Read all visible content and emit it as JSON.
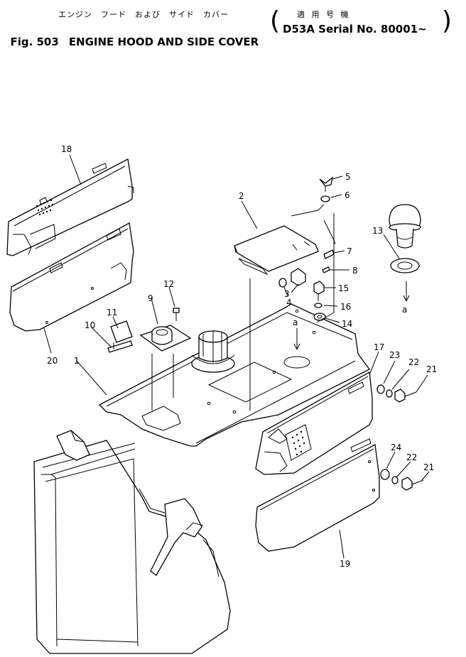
{
  "header": {
    "title_jp": "エンジン　フード　および　サイド　カバー",
    "serial_jp": "適 用 号 機",
    "fig_label": "Fig. 503",
    "title_en": "ENGINE HOOD AND SIDE COVER",
    "serial_en": "D53A Serial No. 80001~"
  },
  "callouts": {
    "c1": "1",
    "c2": "2",
    "c3": "3",
    "c4": "4",
    "c5": "5",
    "c6": "6",
    "c7": "7",
    "c8": "8",
    "c9": "9",
    "c10": "10",
    "c11": "11",
    "c12": "12",
    "c13": "13",
    "c14": "14",
    "c15": "15",
    "c16": "16",
    "c17": "17",
    "c18": "18",
    "c19": "19",
    "c20": "20",
    "c21a": "21",
    "c21b": "21",
    "c22a": "22",
    "c22b": "22",
    "c23": "23",
    "c24": "24",
    "a1": "a",
    "a2": "a"
  }
}
